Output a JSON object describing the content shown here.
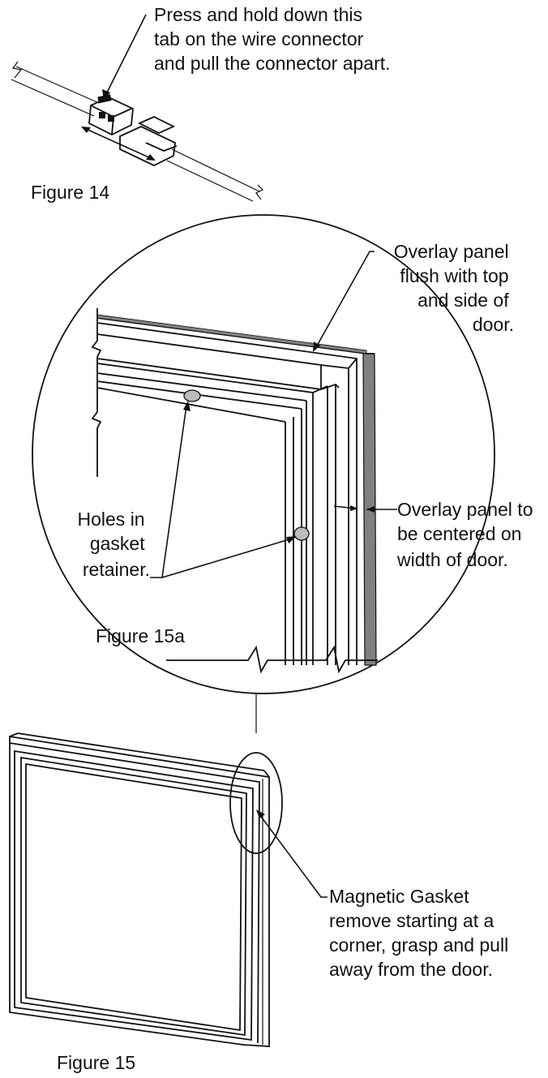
{
  "figures": [
    {
      "id": "figure-14",
      "caption": "Figure 14",
      "callout": [
        "Press and hold down this",
        "tab on the wire connector",
        "and pull the connector apart."
      ]
    },
    {
      "id": "figure-15a",
      "caption": "Figure 15a",
      "callouts": {
        "overlay_flush": [
          "Overlay panel",
          "flush with top",
          "and side of",
          "door."
        ],
        "holes": [
          "Holes in",
          "gasket",
          "retainer."
        ],
        "overlay_centered": [
          "Overlay panel to",
          "be centered on",
          "width of door."
        ]
      }
    },
    {
      "id": "figure-15",
      "caption": "Figure 15",
      "callout": [
        "Magnetic Gasket",
        "remove starting at a",
        "corner, grasp and pull",
        "away from the door."
      ]
    }
  ],
  "colors": {
    "ink": "#111111",
    "panel_gray": "#808080",
    "hole_fill": "#bbbbbb",
    "background": "#ffffff"
  }
}
